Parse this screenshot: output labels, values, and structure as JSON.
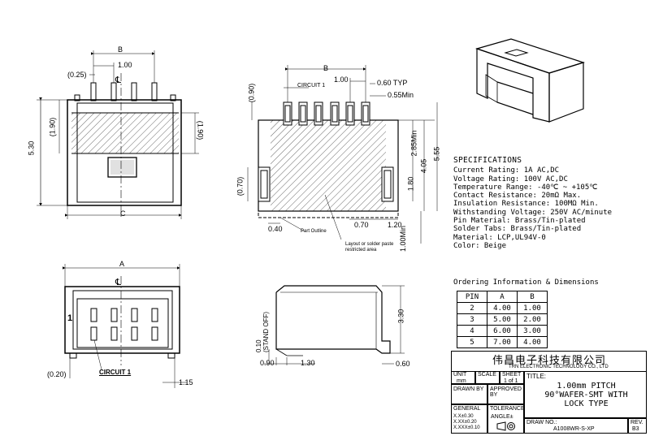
{
  "front_view": {
    "dims": {
      "b": "B",
      "pitch": "1.00",
      "offset": "(0.25)",
      "height_total": "5.30",
      "dim_190_left": "(1.90)",
      "dim_190_right": "(1.90)",
      "c": "C",
      "cl": "℄"
    }
  },
  "top_view": {
    "dims": {
      "b": "B",
      "pitch": "1.00",
      "typ": "0.60 TYP",
      "min055": "0.55Min",
      "h090": "(0.90)",
      "h285": "2.85Min",
      "h405": "4.05",
      "h555": "5.55",
      "h180": "1.80",
      "h070": "(0.70)",
      "w040": "0.40",
      "w070": "0.70",
      "w120": "1.20",
      "h100": "1.00Min"
    },
    "labels": {
      "circuit": "CIRCUIT 1",
      "part_outline": "Part Outline",
      "restricted": "Layout or solder paste\nrestricted area"
    }
  },
  "bottom_view": {
    "dims": {
      "a": "A",
      "cl": "℄",
      "w020": "(0.20)",
      "w115": "1.15",
      "pin1": "1"
    },
    "labels": {
      "circuit": "CIRCUIT 1"
    }
  },
  "side_view": {
    "dims": {
      "standoff": "0.10\n(STAND OFF)",
      "h330": "3.30",
      "w090": "0.90",
      "w130": "1.30",
      "w060": "0.60"
    }
  },
  "specifications": {
    "title": "SPECIFICATIONS",
    "lines": [
      "Current Rating: 1A AC,DC",
      "Voltage Rating: 100V AC,DC",
      "Temperature Range: -40℃ ~ +105℃",
      "Contact Resistance: 20mΩ Max.",
      "Insulation Resistance: 100MΩ Min.",
      "Withstanding Voltage: 250V AC/minute",
      "Pin Material: Brass/Tin-plated",
      "Solder Tabs: Brass/Tin-plated",
      "Material: LCP,UL94V-0",
      "Color: Beige"
    ]
  },
  "ordering": {
    "title": "Ordering Information & Dimensions",
    "headers": [
      "PIN",
      "A",
      "B"
    ],
    "rows": [
      [
        "2",
        "4.00",
        "1.00"
      ],
      [
        "3",
        "5.00",
        "2.00"
      ],
      [
        "4",
        "6.00",
        "3.00"
      ],
      [
        "5",
        "7.00",
        "4.00"
      ]
    ]
  },
  "title_block": {
    "company_cn": "伟昌电子科技有限公司",
    "company_en": "TRN ELECTRONIC TECHNOLOGY CO., LTD",
    "unit_label": "UNIT",
    "unit": "mm",
    "scale_label": "SCALE",
    "sheet_label": "SHEET",
    "sheet": "1 of 1",
    "title_label": "TITLE:",
    "title": "1.00mm PITCH\n90°WAFER-SMT WITH\nLOCK TYPE",
    "drawn_label": "DRAWN BY",
    "approved_label": "APPROVED BY",
    "general_label": "GENERAL",
    "tolerance_label": "TOLERANCE",
    "tol1": "X.X±0.30",
    "tol2": "X.XX±0.20",
    "tol3": "X.XXX±0.10",
    "angle_label": "ANGLE±",
    "draw_no_label": "DRAW NO.:",
    "draw_no": "A1008WR-S-XP",
    "rev_label": "REV.",
    "rev": "B3"
  }
}
